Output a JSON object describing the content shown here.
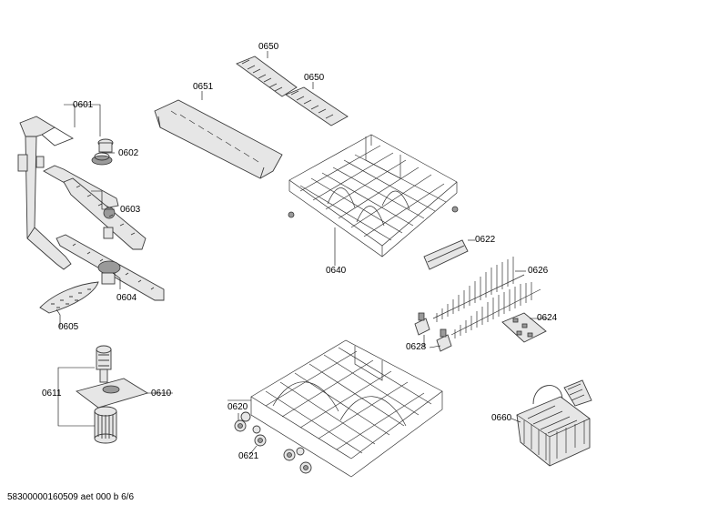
{
  "callouts": [
    "0601",
    "0602",
    "0603",
    "0604",
    "0605",
    "0610",
    "0611",
    "0620",
    "0621",
    "0622",
    "0624",
    "0626",
    "0628",
    "0640",
    "0650",
    "0650",
    "0651",
    "0660"
  ],
  "footer_text": "58300000160509 aet 000 b 6/6"
}
